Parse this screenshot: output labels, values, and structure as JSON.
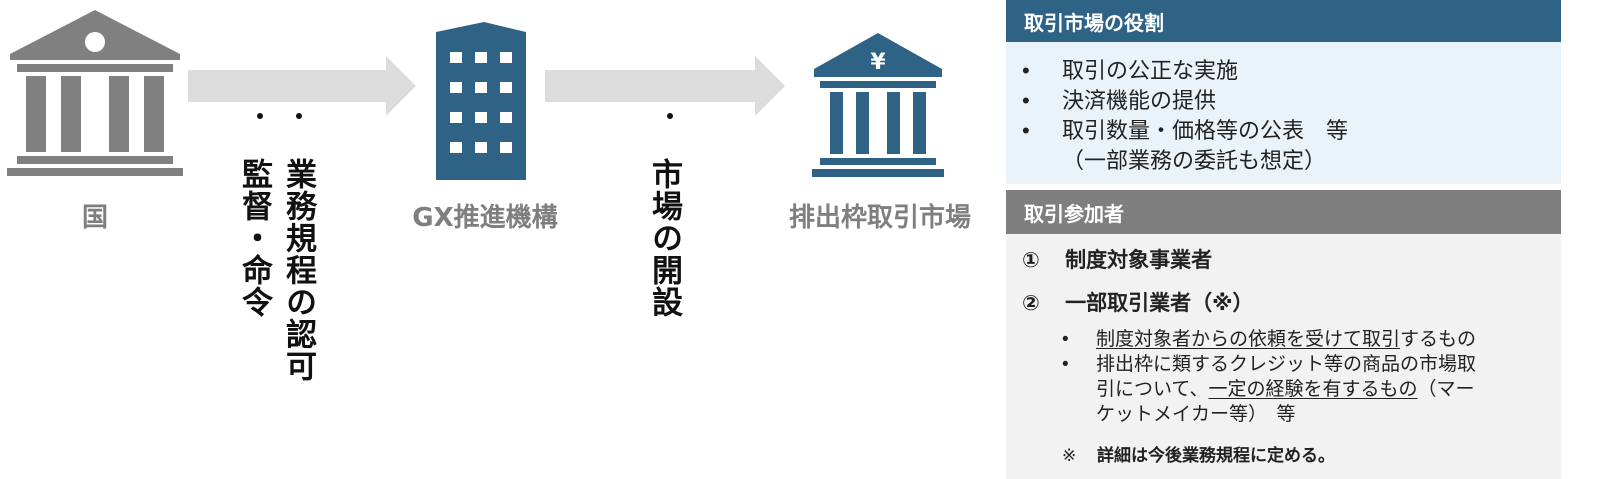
{
  "diagram": {
    "government_label": "国",
    "gx_label": "GX推進機構",
    "market_label": "排出枠取引市場",
    "yen_symbol": "¥",
    "arrow1_lines": [
      "業務規程の認可",
      "監督・命令"
    ],
    "arrow2_text": "市場の開設",
    "icon_gray": "#808080",
    "icon_blue": "#2e6386",
    "arrow_color": "#dcdcdc"
  },
  "panel_role": {
    "title": "取引市場の役割",
    "header_color": "#2e6386",
    "bg_color": "#eaf3fa",
    "items": [
      "取引の公正な実施",
      "決済機能の提供",
      "取引数量・価格等の公表　等"
    ],
    "note": "（一部業務の委託も想定）",
    "bullet": "•"
  },
  "panel_participants": {
    "title": "取引参加者",
    "header_color": "#7f7f7f",
    "bg_color": "#f2f2f2",
    "item1_num": "①",
    "item1_label": "制度対象事業者",
    "item2_num": "②",
    "item2_label": "一部取引業者（※）",
    "sub1_underlined": "制度対象者からの依頼を受けて取引",
    "sub1_rest": "するもの",
    "sub2_line1": "排出枠に類するクレジット等の商品の市場取",
    "sub2_line2_pre": "引について、",
    "sub2_line2_underlined": "一定の経験を有するもの",
    "sub2_line2_post": "（マー",
    "sub2_line3": "ケットメイカー等）　等",
    "note_mark": "※",
    "note_text": "詳細は今後業務規程に定める。",
    "bullet": "•"
  }
}
